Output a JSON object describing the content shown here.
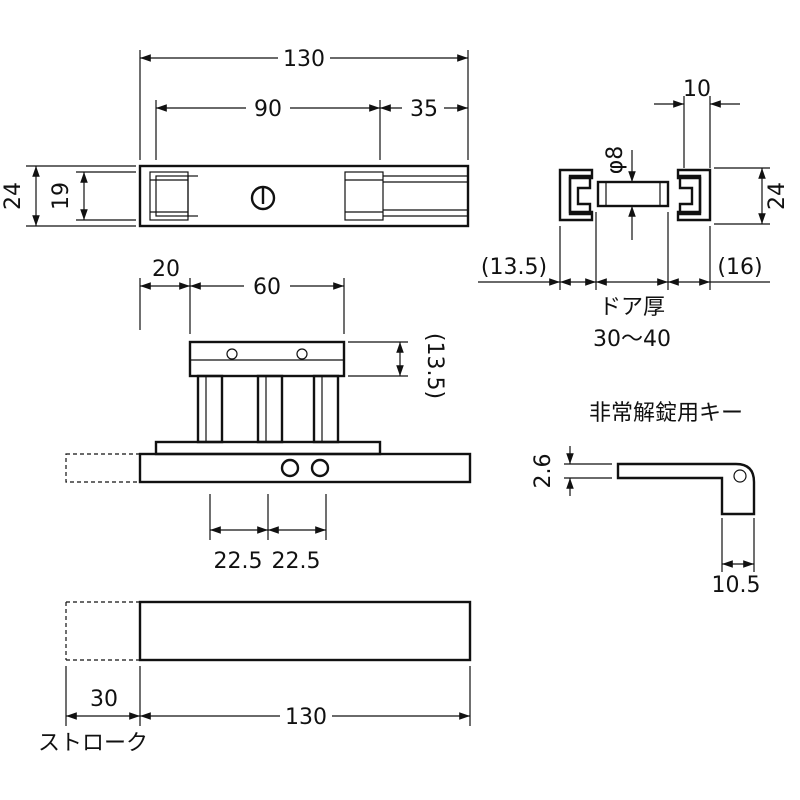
{
  "top_view": {
    "overall": "130",
    "inner": "90",
    "right": "35",
    "height_outer": "24",
    "height_inner": "19"
  },
  "side_section": {
    "width": "10",
    "diameter": "φ8",
    "height": "24",
    "left_offset": "(13.5)",
    "right_offset": "(16)",
    "door_thickness_label": "ドア厚",
    "door_thickness_range": "30～40"
  },
  "front_view": {
    "left": "20",
    "middle": "60",
    "height": "(13.5)",
    "pitch_1": "22.5",
    "pitch_2": "22.5"
  },
  "key": {
    "title": "非常解錠用キー",
    "thickness": "2.6",
    "width": "10.5"
  },
  "bottom_view": {
    "stroke": "30",
    "length": "130",
    "stroke_label": "ストローク"
  }
}
